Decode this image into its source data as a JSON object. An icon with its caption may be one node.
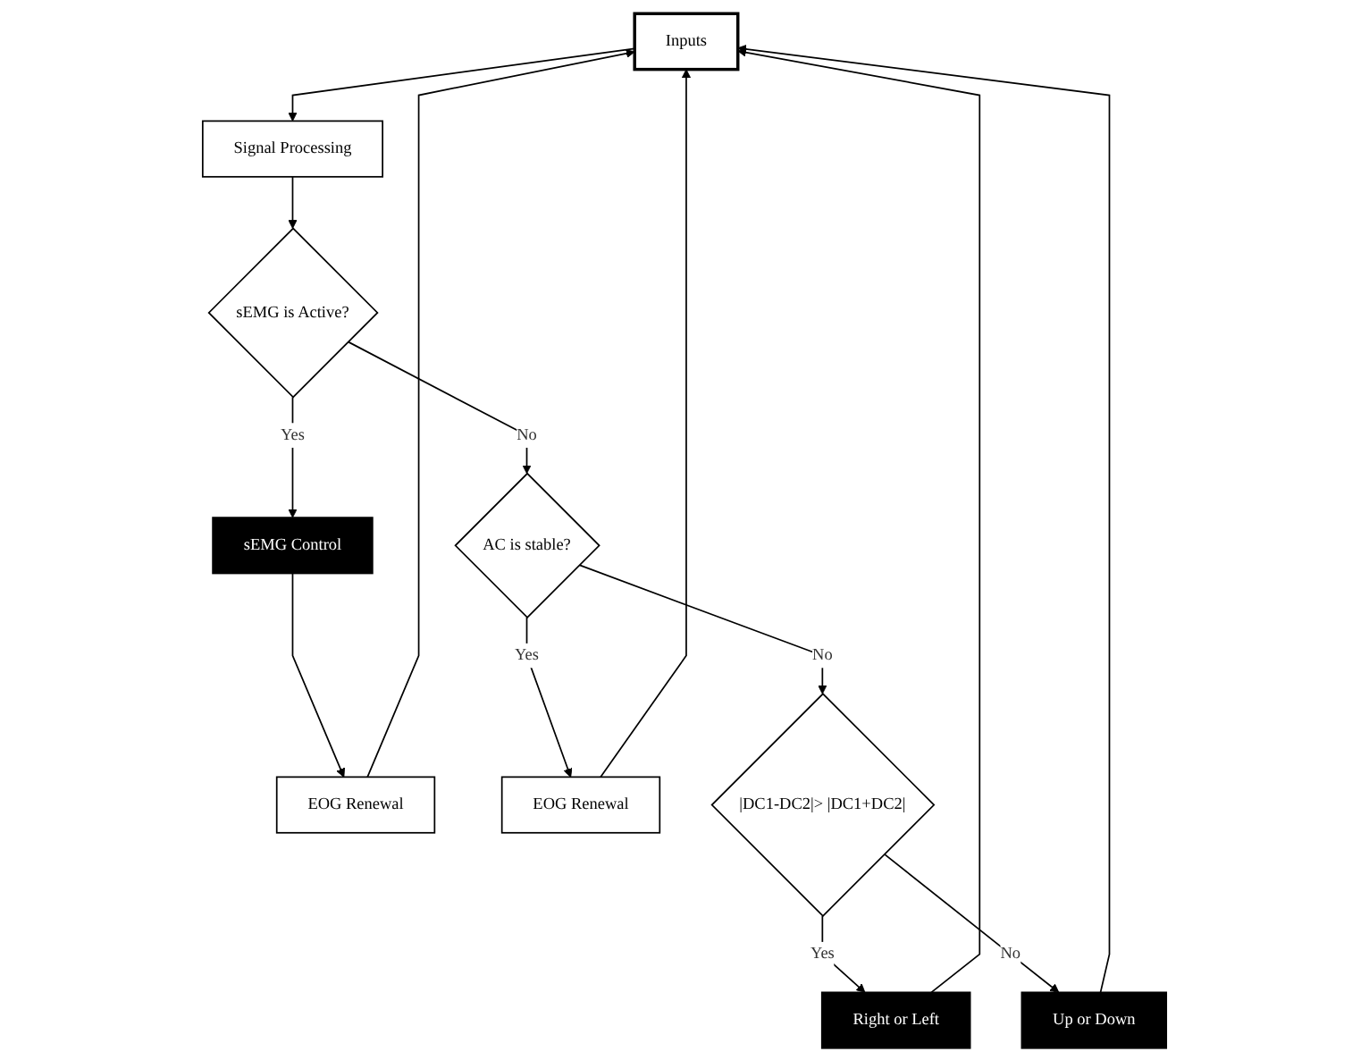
{
  "diagram": {
    "nodes": [
      {
        "text": [
          "Inputs"
        ]
      },
      {
        "text": [
          "Signal Processing"
        ]
      },
      {
        "text": [
          "sEMG is Active?"
        ]
      },
      {
        "text": [
          "sEMG Control"
        ]
      },
      {
        "text": [
          "EOG Renewal"
        ]
      },
      {
        "text": [
          "AC is stable?"
        ]
      },
      {
        "text": [
          "EOG Renewal"
        ]
      },
      {
        "text": [
          "|DC1-DC2|> |DC1+DC2|"
        ]
      },
      {
        "text": [
          "Right or Left"
        ]
      },
      {
        "text": [
          "Up or Down"
        ]
      }
    ],
    "edges": [
      {
        "from": 0,
        "to": 1,
        "arrow": "to"
      },
      {
        "from": 1,
        "to": 2,
        "arrow": "to"
      },
      {
        "from": 2,
        "to": 3,
        "label": "Yes",
        "arrow": "to"
      },
      {
        "from": 3,
        "to": 4,
        "arrow": "to"
      },
      {
        "from": 4,
        "to": 0,
        "arrow": "to"
      },
      {
        "from": 2,
        "to": 5,
        "label": "No",
        "arrow": "to"
      },
      {
        "from": 5,
        "to": 6,
        "label": "Yes",
        "arrow": "to"
      },
      {
        "from": 6,
        "to": 0,
        "arrow": "to"
      },
      {
        "from": 5,
        "to": 7,
        "label": "No",
        "arrow": "to"
      },
      {
        "from": 7,
        "to": 8,
        "label": "Yes",
        "arrow": "to"
      },
      {
        "from": 7,
        "to": 9,
        "label": "No",
        "arrow": "to"
      },
      {
        "from": 8,
        "to": 0,
        "arrow": "to"
      },
      {
        "from": 9,
        "to": 0,
        "arrow": "to"
      }
    ]
  }
}
